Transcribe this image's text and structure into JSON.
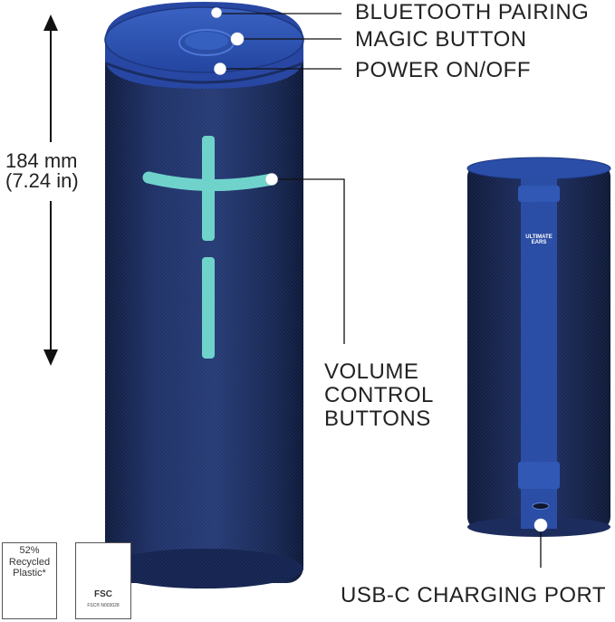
{
  "callouts": {
    "bluetooth_pairing": "BLUETOOTH PAIRING",
    "magic_button": "MAGIC BUTTON",
    "power": "POWER ON/OFF",
    "volume": "VOLUME CONTROL BUTTONS",
    "volume_lines": [
      "VOLUME",
      "CONTROL",
      "BUTTONS"
    ],
    "usb": "USB-C CHARGING PORT"
  },
  "dimension": {
    "mm": "184 mm",
    "inches": "(7.24 in)"
  },
  "badges": {
    "recycled_percent": "52%",
    "recycled_line2": "Recycled",
    "recycled_line3": "Plastic*",
    "fsc_label": "FSC",
    "fsc_code": "FSC® N003028"
  },
  "brand_tag": {
    "line1": "ULTIMATE",
    "line2": "EARS"
  },
  "colors": {
    "speaker_body": "#1c2c5c",
    "speaker_cap": "#2b4fa8",
    "volume_accent": "#6fd3cc",
    "text": "#222222",
    "line": "#111111"
  },
  "icons": [
    "bluetooth-button-icon",
    "magic-button-icon",
    "power-button-icon",
    "usb-c-port-icon",
    "recycle-icon",
    "fsc-tree-icon"
  ]
}
